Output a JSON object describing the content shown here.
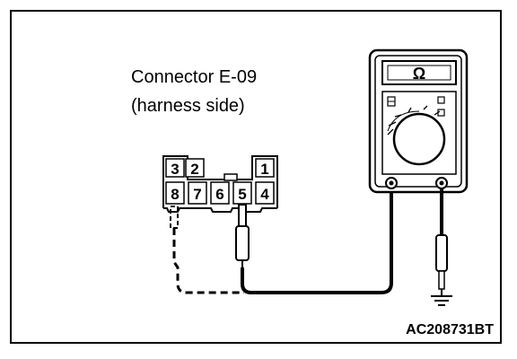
{
  "connector": {
    "name": "Connector E-09",
    "side": "(harness side)",
    "pins_top": [
      "3",
      "2",
      "1"
    ],
    "pins_bottom": [
      "8",
      "7",
      "6",
      "5",
      "4"
    ]
  },
  "meter": {
    "unit_symbol": "Ω",
    "range_marks": [
      "8",
      "□",
      "□"
    ]
  },
  "figure_code": "AC208731BT",
  "icons": {
    "meter": "ohmmeter-icon",
    "ground": "ground-icon"
  }
}
